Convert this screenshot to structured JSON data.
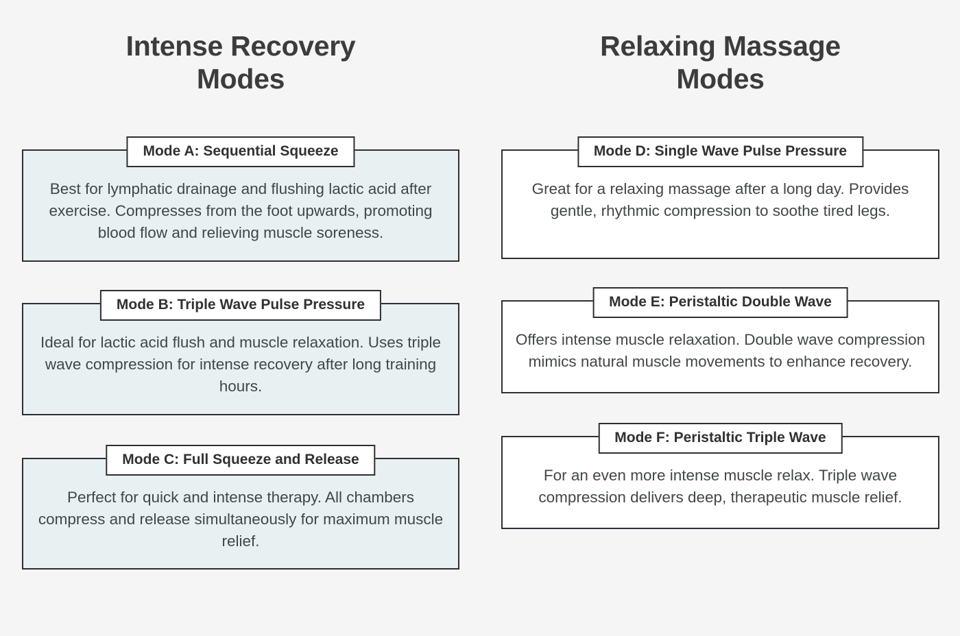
{
  "page": {
    "background_color": "#f5f5f5",
    "text_color": "#40474a",
    "heading_color": "#3c3c3c",
    "border_color": "#2e2e36",
    "accent_panel_color": "#e8f0f2"
  },
  "columns": [
    {
      "heading_line1": "Intense Recovery",
      "heading_line2": "Modes",
      "body_fill": "#e8f0f2",
      "cards": [
        {
          "title": "Mode A: Sequential Squeeze",
          "description": "Best for lymphatic drainage and flushing lactic acid after exercise. Compresses from the foot upwards, promoting blood flow and relieving muscle soreness."
        },
        {
          "title": "Mode B: Triple Wave Pulse Pressure",
          "description": "Ideal for lactic acid flush and muscle relaxation. Uses triple wave compression for intense recovery after long training hours."
        },
        {
          "title": "Mode C: Full Squeeze and Release",
          "description": "Perfect for quick and intense therapy. All chambers compress and release simultaneously for maximum muscle relief."
        }
      ]
    },
    {
      "heading_line1": "Relaxing Massage",
      "heading_line2": "Modes",
      "body_fill": "#ffffff",
      "cards": [
        {
          "title": "Mode D: Single Wave Pulse Pressure",
          "description": "Great for a relaxing massage after a long day. Provides gentle, rhythmic compression to soothe tired legs."
        },
        {
          "title": "Mode E: Peristaltic Double Wave",
          "description": "Offers intense muscle relaxation. Double wave compression mimics natural muscle movements to enhance recovery."
        },
        {
          "title": "Mode F: Peristaltic Triple Wave",
          "description": "For an even more intense muscle relax. Triple wave compression delivers deep, therapeutic muscle relief."
        }
      ]
    }
  ]
}
